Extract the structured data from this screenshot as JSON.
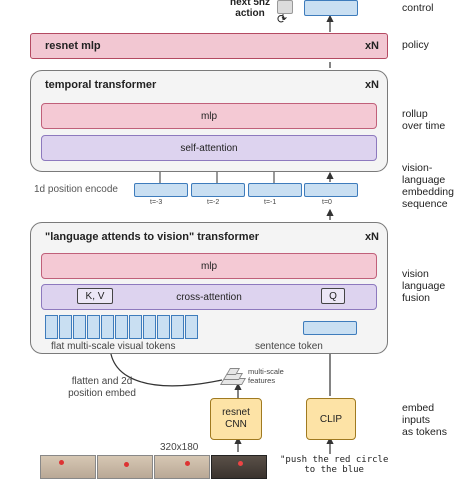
{
  "top": {
    "next_action": "next 5hz\naction"
  },
  "right_labels": {
    "control": "control",
    "policy": "policy",
    "rollup": "rollup\nover time",
    "vision_language_embedding": "vision-\nlanguage\nembedding\nsequence",
    "vision_language_fusion": "vision\nlanguage\nfusion",
    "embed_inputs": "embed\ninputs\nas tokens"
  },
  "resnet_mlp": {
    "title": "resnet mlp",
    "repeat": "xN"
  },
  "temporal_transformer": {
    "title": "temporal transformer",
    "repeat": "xN",
    "mlp": "mlp",
    "self_attention": "self-attention"
  },
  "position_encode": {
    "label": "1d position encode",
    "ticks": [
      "t=-3",
      "t=-2",
      "t=-1",
      "t=0"
    ]
  },
  "language_transformer": {
    "title": "\"language attends to vision\" transformer",
    "repeat": "xN",
    "mlp": "mlp",
    "cross_attention": "cross-attention",
    "kv": "K, V",
    "q": "Q"
  },
  "tokens": {
    "visual_label": "flat multi-scale visual tokens",
    "sentence_label": "sentence token",
    "visual_count": 11
  },
  "embed": {
    "flatten_label": "flatten and 2d\nposition embed",
    "multiscale_label": "multi-scale\nfeatures",
    "resnet": "resnet\nCNN",
    "clip": "CLIP",
    "resolution": "320x180",
    "instruction": "\"push the red circle\nto the blue"
  },
  "colors": {
    "pink": "#f4c9d4",
    "purple": "#ddd3ef",
    "blue": "#c9dff2",
    "yellow": "#fde3a6",
    "outer_gray": "#f4f4f4"
  }
}
